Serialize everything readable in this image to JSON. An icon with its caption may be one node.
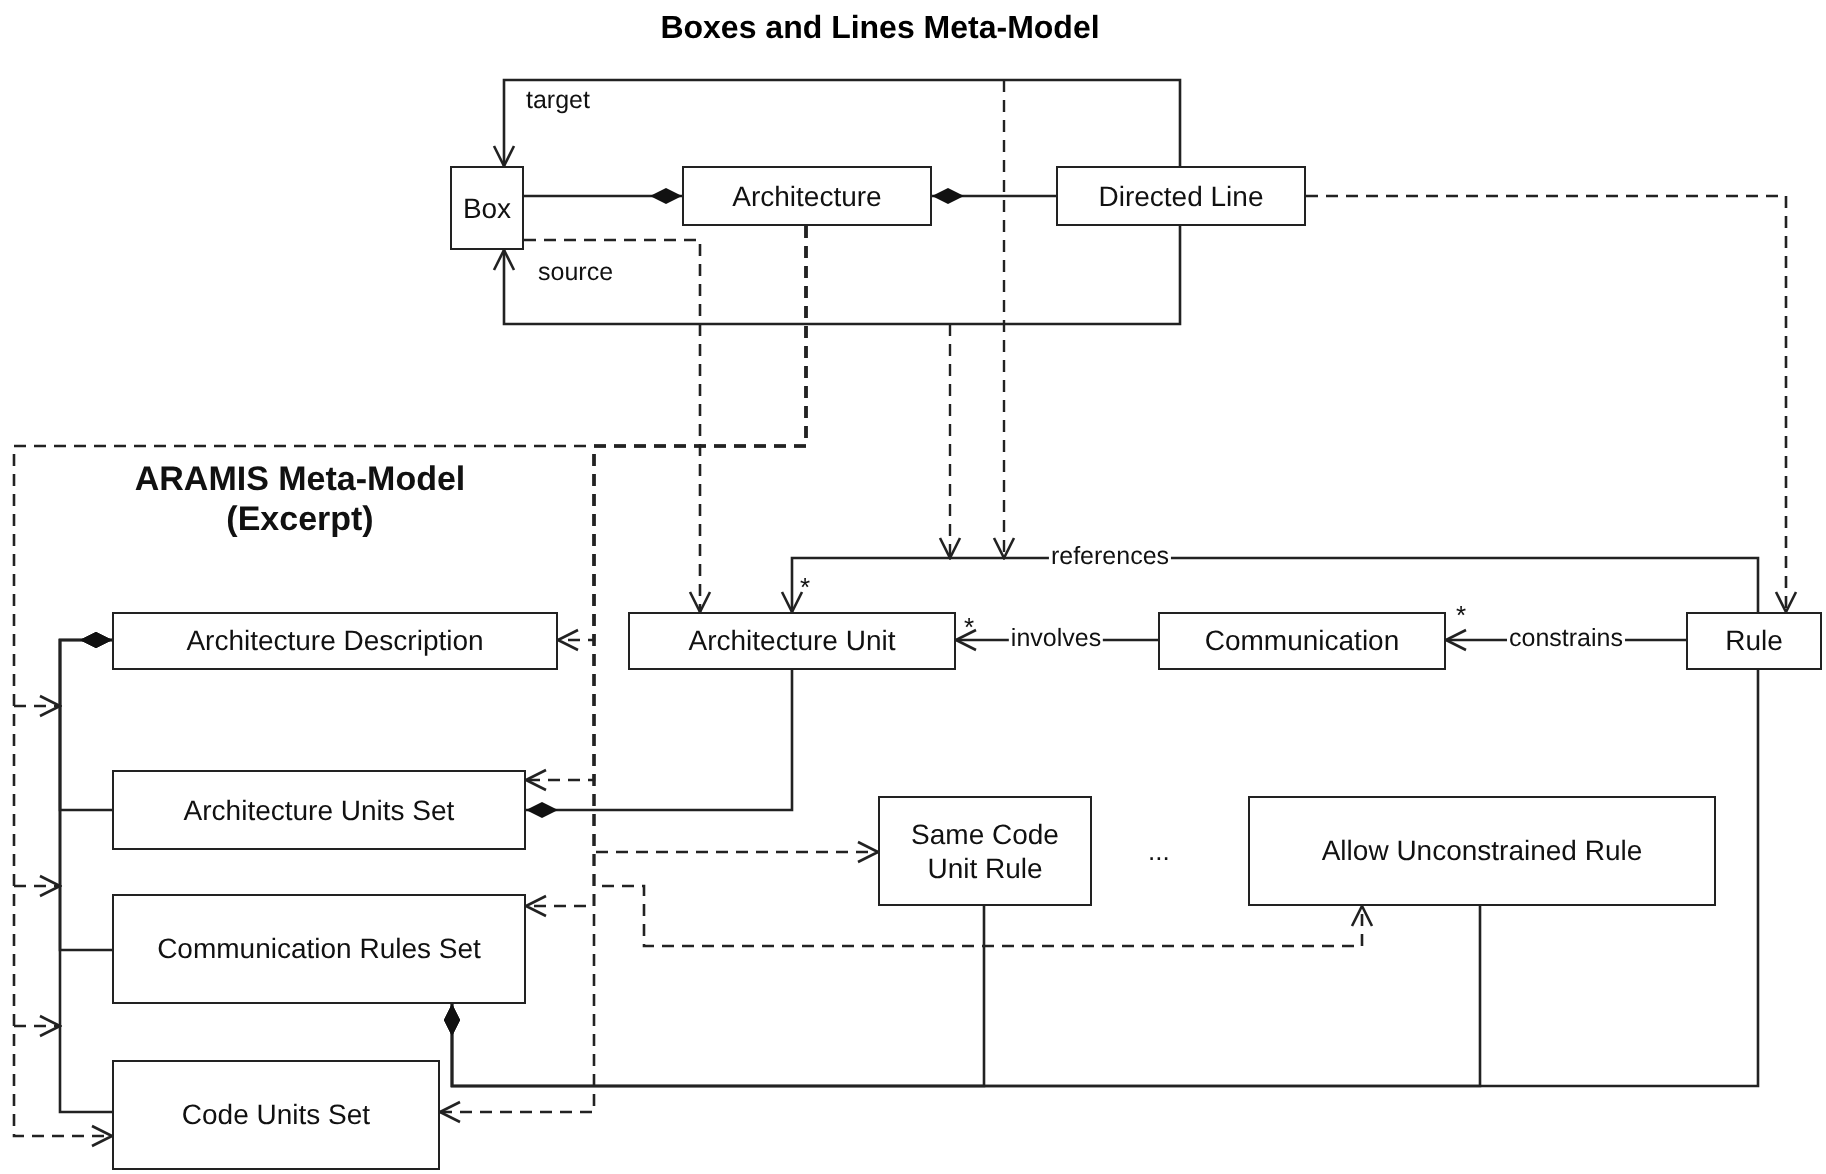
{
  "diagram": {
    "title": "Boxes and Lines Meta-Model",
    "nodes": [
      {
        "text": [
          "Box"
        ]
      },
      {
        "text": [
          "Architecture"
        ]
      },
      {
        "text": [
          "Directed Line"
        ]
      },
      {
        "text": [
          "Architecture Description"
        ]
      },
      {
        "text": [
          "Architecture Unit"
        ]
      },
      {
        "text": [
          "Communication"
        ]
      },
      {
        "text": [
          "Rule"
        ]
      },
      {
        "text": [
          "Architecture Units Set"
        ]
      },
      {
        "text": [
          "Same Code Unit Rule"
        ]
      },
      {
        "text": [
          "Allow Unconstrained Rule"
        ]
      },
      {
        "text": [
          "Communication Rules Set"
        ]
      },
      {
        "text": [
          "Code Units Set"
        ]
      }
    ],
    "edges": [
      {
        "from": 1,
        "to": 0,
        "arrow": "other"
      },
      {
        "from": 1,
        "to": 2,
        "arrow": "other"
      },
      {
        "from": 2,
        "to": 0,
        "arrow": "to",
        "label": "target"
      },
      {
        "from": 2,
        "to": 0,
        "arrow": "to",
        "label": "source"
      },
      {
        "from": 2,
        "to": 6,
        "arrow": "to",
        "style": "dashed"
      },
      {
        "from": 0,
        "to": 4,
        "arrow": "to",
        "style": "dashed"
      },
      {
        "from": 1,
        "to": 3,
        "arrow": "to",
        "style": "dashed"
      },
      {
        "from": 1,
        "to": 7,
        "arrow": "to",
        "style": "dashed"
      },
      {
        "from": 1,
        "to": 10,
        "arrow": "to",
        "style": "dashed"
      },
      {
        "from": 1,
        "to": 11,
        "arrow": "to",
        "style": "dashed"
      },
      {
        "from": 1,
        "to": 8,
        "arrow": "to",
        "style": "dashed"
      },
      {
        "from": 1,
        "to": 9,
        "arrow": "to",
        "style": "dashed"
      },
      {
        "from": 1,
        "to": 11,
        "arrow": "to",
        "style": "dashed"
      },
      {
        "from": 6,
        "to": 4,
        "arrow": "to",
        "label": "references"
      },
      {
        "from": 5,
        "to": 4,
        "arrow": "to",
        "label": "involves"
      },
      {
        "from": 6,
        "to": 5,
        "arrow": "to",
        "label": "constrains"
      },
      {
        "from": 7,
        "to": 4,
        "arrow": "other"
      },
      {
        "from": 3,
        "to": 7,
        "arrow": "other"
      },
      {
        "from": 3,
        "to": 10,
        "arrow": "other"
      },
      {
        "from": 3,
        "to": 11,
        "arrow": "other"
      },
      {
        "from": 10,
        "to": 8,
        "arrow": "other"
      },
      {
        "from": 10,
        "to": 9,
        "arrow": "other"
      },
      {
        "from": 10,
        "to": 6,
        "arrow": "other"
      }
    ],
    "labels": [
      "ARAMIS Meta-Model (Excerpt)",
      "*",
      "*",
      "*",
      "..."
    ]
  }
}
